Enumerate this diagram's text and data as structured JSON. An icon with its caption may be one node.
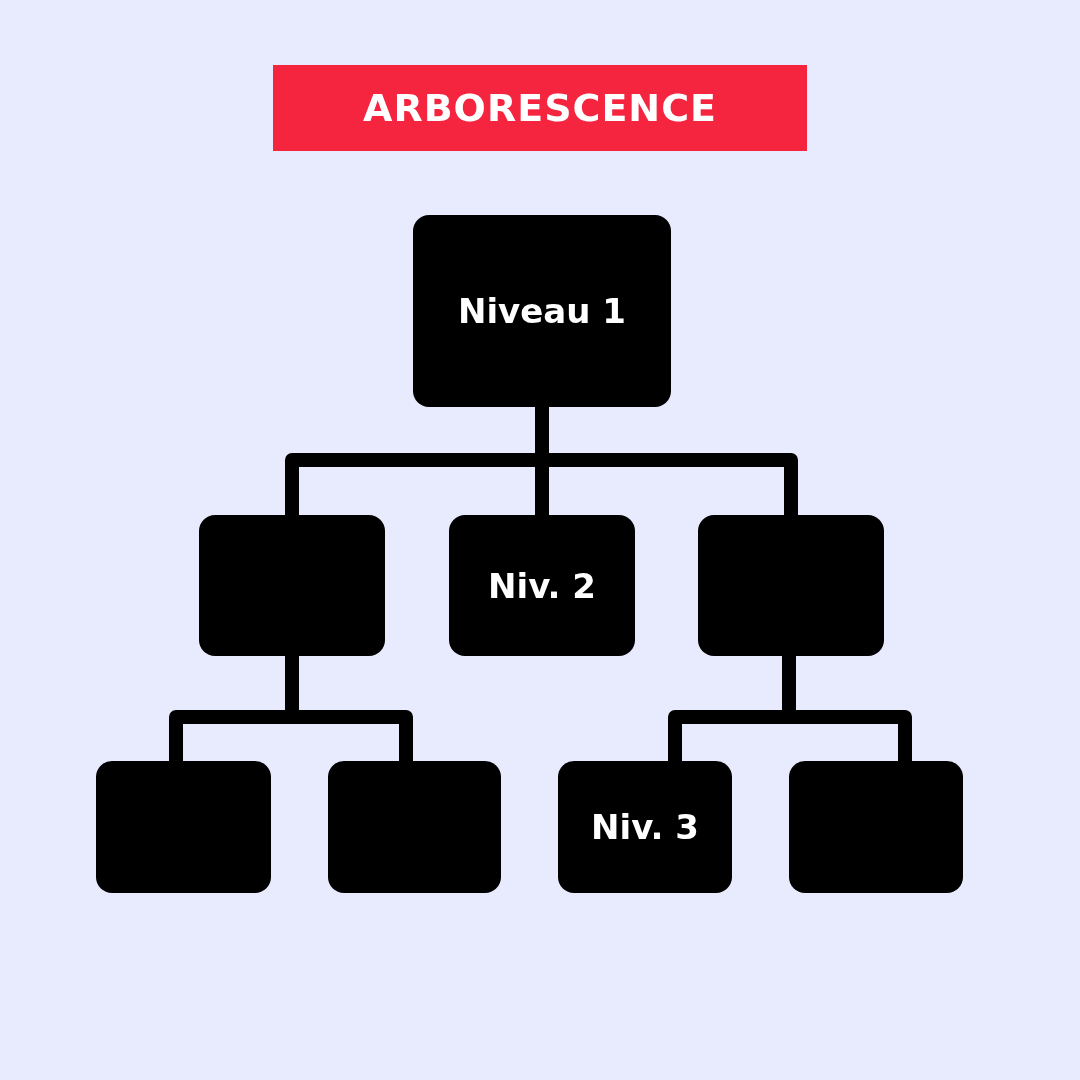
{
  "diagram": {
    "title": "ARBORESCENCE",
    "nodes": [
      {
        "text": [
          "Niveau 1"
        ]
      },
      {
        "text": [],
        "shape": "box"
      },
      {
        "text": [
          "Niv. 2"
        ]
      },
      {
        "text": [],
        "shape": "box"
      },
      {
        "text": [],
        "shape": "box"
      },
      {
        "text": [],
        "shape": "box"
      },
      {
        "text": [
          "Niv. 3"
        ]
      },
      {
        "text": [],
        "shape": "box"
      }
    ],
    "edges": [
      {
        "from": 0,
        "to": 1,
        "arrow": "none"
      },
      {
        "from": 0,
        "to": 2,
        "arrow": "none"
      },
      {
        "from": 0,
        "to": 3,
        "arrow": "none"
      },
      {
        "from": 1,
        "to": 4,
        "arrow": "none"
      },
      {
        "from": 1,
        "to": 5,
        "arrow": "none"
      },
      {
        "from": 3,
        "to": 6,
        "arrow": "none"
      },
      {
        "from": 3,
        "to": 7,
        "arrow": "none"
      }
    ]
  }
}
